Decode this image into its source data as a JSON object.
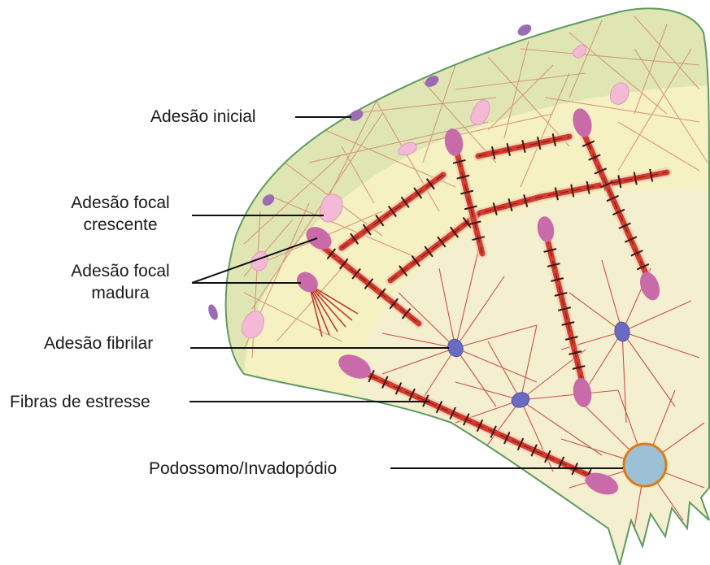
{
  "labels": {
    "early_adhesion": "Adesão inicial",
    "growing_focal_adhesion": [
      "Adesão focal",
      "crescente"
    ],
    "mature_focal_adhesion": [
      "Adesão focal",
      "madura"
    ],
    "fibrillar_adhesion": "Adesão fibrilar",
    "stress_fibers": "Fibras de estresse",
    "podosome": "Podossomo/Invadopódio"
  },
  "colors": {
    "cell_outer": "#dfe6b4",
    "cell_band": "#f6f1c4",
    "cell_inner": "#f3efcf",
    "membrane": "#5f9a62",
    "actin": "#d04a3a",
    "stress_fiber_band": "#9a1f16",
    "early_adhesion": "#9b6bb3",
    "growing_adhesion": "#f4b9d4",
    "mature_adhesion": "#c96aa9",
    "fibrillar_adhesion": "#6a6ac2",
    "podosome_core": "#9cc1d6",
    "podosome_ring": "#e07a18"
  }
}
